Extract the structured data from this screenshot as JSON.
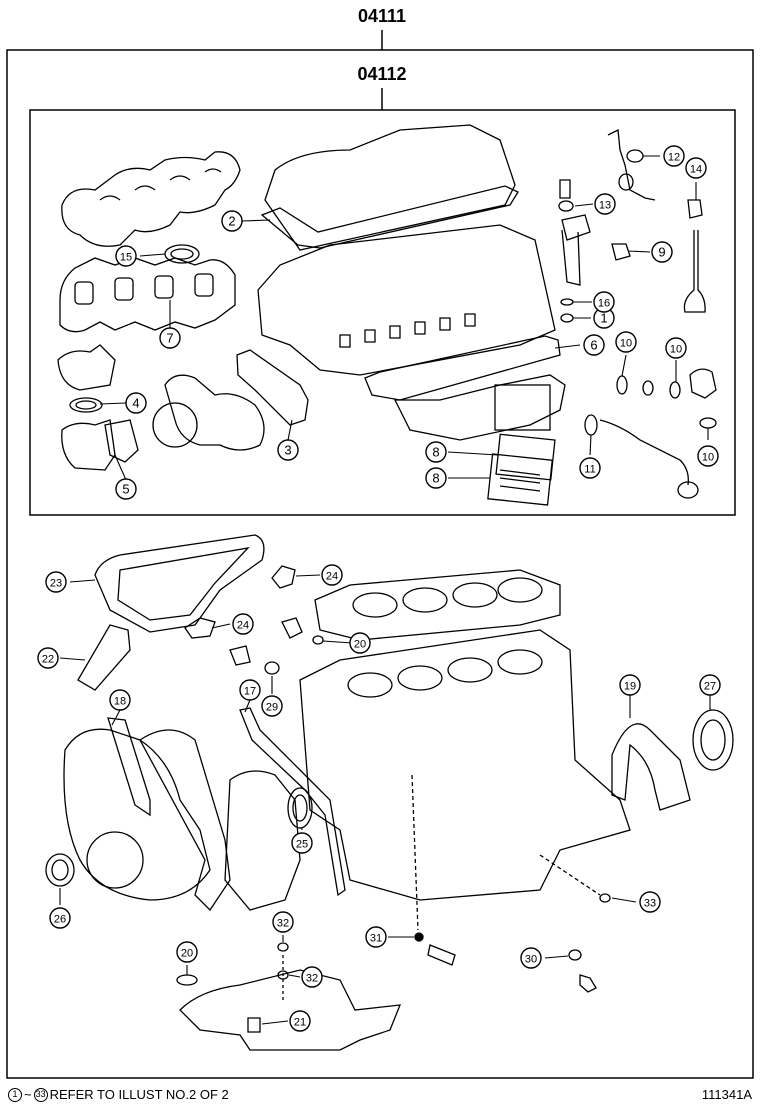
{
  "header": {
    "kit_code": "04111",
    "subkit_code": "04112"
  },
  "callouts": [
    {
      "id": "c1",
      "label": "1",
      "style": "plain"
    },
    {
      "id": "c2",
      "label": "2",
      "style": "plain"
    },
    {
      "id": "c3",
      "label": "3",
      "style": "plain"
    },
    {
      "id": "c4",
      "label": "4",
      "style": "plain"
    },
    {
      "id": "c5",
      "label": "5",
      "style": "plain"
    },
    {
      "id": "c6",
      "label": "6",
      "style": "plain"
    },
    {
      "id": "c7",
      "label": "7",
      "style": "plain"
    },
    {
      "id": "c8a",
      "label": "8",
      "style": "plain"
    },
    {
      "id": "c8b",
      "label": "8",
      "style": "plain"
    },
    {
      "id": "c9",
      "label": "9",
      "style": "plain"
    },
    {
      "id": "c10a",
      "label": "10",
      "style": "plain"
    },
    {
      "id": "c10b",
      "label": "10",
      "style": "plain"
    },
    {
      "id": "c10c",
      "label": "10",
      "style": "plain"
    },
    {
      "id": "c11",
      "label": "11",
      "style": "plain"
    },
    {
      "id": "c12",
      "label": "12",
      "style": "plain"
    },
    {
      "id": "c13",
      "label": "13",
      "style": "plain"
    },
    {
      "id": "c14",
      "label": "14",
      "style": "plain"
    },
    {
      "id": "c15",
      "label": "15",
      "style": "plain"
    },
    {
      "id": "c16",
      "label": "16",
      "style": "plain"
    },
    {
      "id": "c17",
      "label": "17",
      "style": "plain"
    },
    {
      "id": "c18",
      "label": "18",
      "style": "plain"
    },
    {
      "id": "c19",
      "label": "19",
      "style": "plain"
    },
    {
      "id": "c20a",
      "label": "20",
      "style": "plain"
    },
    {
      "id": "c20b",
      "label": "20",
      "style": "plain"
    },
    {
      "id": "c21",
      "label": "21",
      "style": "plain"
    },
    {
      "id": "c22",
      "label": "22",
      "style": "plain"
    },
    {
      "id": "c23",
      "label": "23",
      "style": "plain"
    },
    {
      "id": "c24a",
      "label": "24",
      "style": "plain"
    },
    {
      "id": "c24b",
      "label": "24",
      "style": "plain"
    },
    {
      "id": "c25",
      "label": "25",
      "style": "plain"
    },
    {
      "id": "c26",
      "label": "26",
      "style": "plain"
    },
    {
      "id": "c27",
      "label": "27",
      "style": "plain"
    },
    {
      "id": "c29",
      "label": "29",
      "style": "plain"
    },
    {
      "id": "c30",
      "label": "30",
      "style": "plain"
    },
    {
      "id": "c31",
      "label": "31",
      "style": "plain"
    },
    {
      "id": "c32a",
      "label": "32",
      "style": "plain"
    },
    {
      "id": "c32b",
      "label": "32",
      "style": "plain"
    },
    {
      "id": "c33",
      "label": "33",
      "style": "plain"
    }
  ],
  "footer": {
    "range_start": "1",
    "range_tilde": "~",
    "range_end": "33",
    "refer_text": "REFER TO ILLUST NO.2 OF 2",
    "illustration_id": "111341A"
  }
}
